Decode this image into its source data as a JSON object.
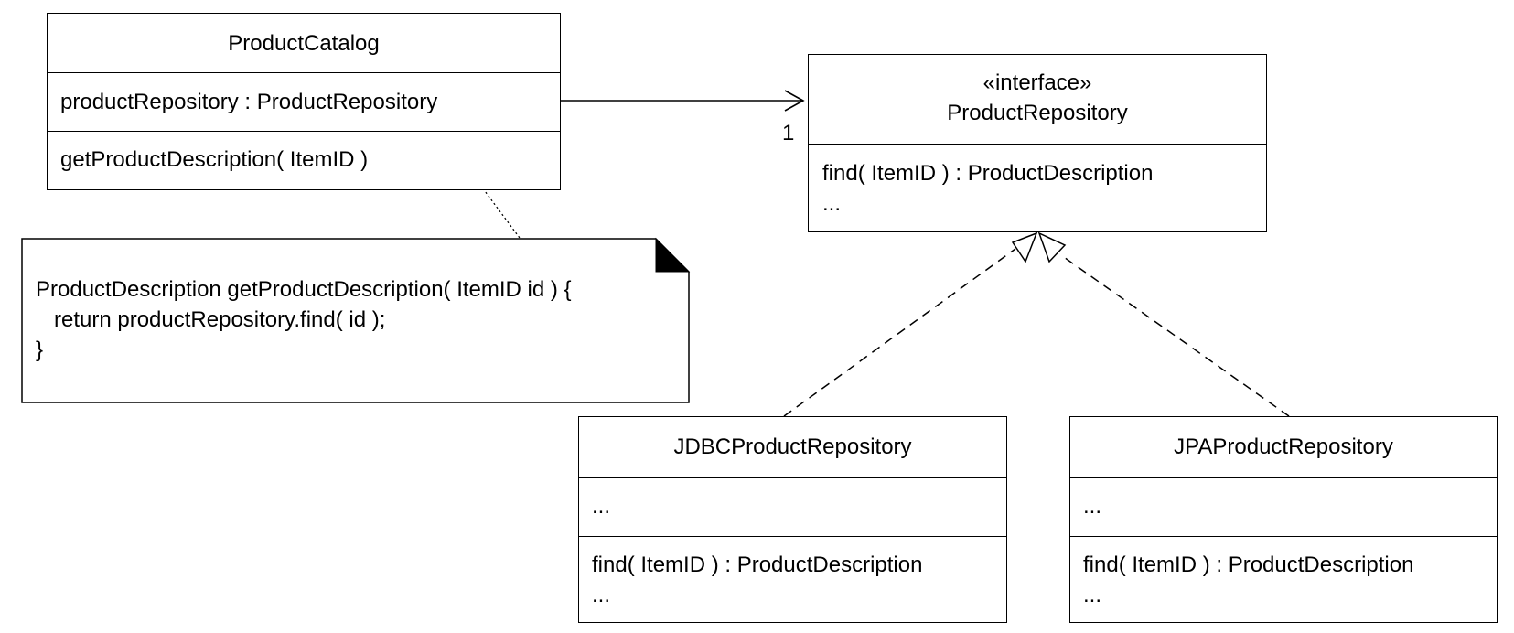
{
  "product_catalog": {
    "name": "ProductCatalog",
    "attributes": [
      "productRepository : ProductRepository"
    ],
    "operations": [
      "getProductDescription( ItemID )"
    ]
  },
  "product_repository": {
    "stereotype": "«interface»",
    "name": "ProductRepository",
    "operations": [
      "find( ItemID ) : ProductDescription",
      "..."
    ]
  },
  "jdbc_repository": {
    "name": "JDBCProductRepository",
    "attributes": [
      "..."
    ],
    "operations": [
      "find( ItemID ) : ProductDescription",
      "..."
    ]
  },
  "jpa_repository": {
    "name": "JPAProductRepository",
    "attributes": [
      "..."
    ],
    "operations": [
      "find( ItemID ) : ProductDescription",
      "..."
    ]
  },
  "note": {
    "lines": [
      "ProductDescription getProductDescription( ItemID id ) {",
      "   return productRepository.find( id );",
      "}"
    ]
  },
  "association": {
    "multiplicity": "1"
  }
}
